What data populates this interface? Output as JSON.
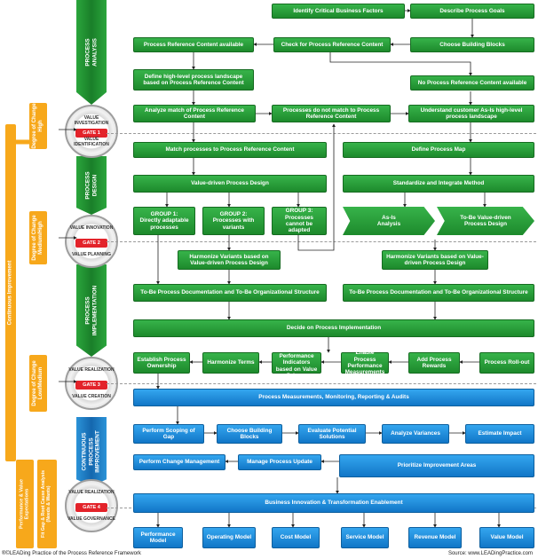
{
  "phases": {
    "analysis": "PROCESS\nANALYSIS",
    "design": "PROCESS\nDESIGN",
    "implementation": "PROCESS\nIMPLEMENTATION",
    "improvement": "CONTINUOUS\nPROCESS\nIMPROVEMENT"
  },
  "gates": [
    {
      "top": "VALUE INVESTIGATION",
      "label": "GATE 1",
      "bottom": "VALUE IDENTIFICATION"
    },
    {
      "top": "VALUE INNOVATION",
      "label": "GATE 2",
      "bottom": "VALUE PLANNING"
    },
    {
      "top": "VALUE REALIZATION",
      "label": "GATE 3",
      "bottom": "VALUE CREATION"
    },
    {
      "top": "VALUE REALIZATION",
      "label": "GATE 4",
      "bottom": "VALUE GOVERNANCE"
    }
  ],
  "degrees": {
    "high": "Degree of Change\nHigh",
    "medium_high": "Degree of Change\nMedium/High",
    "low_medium": "Degree of Change\nLow/Medium",
    "continuous": "Continuous Improvement",
    "perf_value": "Performance & Value\nExpectations",
    "fit_gap": "Fit Gap & Root Cause Analysis\n(Needs & Wants)"
  },
  "boxes": {
    "identify_factors": "Identify Critical Business Factors",
    "describe_goals": "Describe Process Goals",
    "ref_available": "Process Reference Content available",
    "check_ref": "Check for Process Reference Content",
    "choose_blocks_top": "Choose Building Blocks",
    "define_landscape": "Define high-level process landscape based on Process Reference Content",
    "no_ref": "No Process Reference Content available",
    "analyze_match": "Analyze match of Process Reference Content",
    "no_match": "Processes do not match to Process Reference Content",
    "understand_asis": "Understand customer As-Is high-level process landscape",
    "match_processes": "Match processes to Process Reference Content",
    "define_map": "Define Process Map",
    "value_driven_design": "Value-driven Process Design",
    "standardize": "Standardize and Integrate Method",
    "group1": "GROUP 1:\nDirectly adaptable processes",
    "group2": "GROUP 2:\nProcesses with variants",
    "group3": "GROUP 3:\nProcesses cannot be adapted",
    "asis_analysis": "As-Is\nAnalysis",
    "tobe_design": "To-Be Value-driven\nProcess Design",
    "harmonize_left": "Harmonize Variants based on Value-driven Process Design",
    "harmonize_right": "Harmonize Variants based on Value-driven Process Design",
    "tobe_doc_left": "To-Be Process Documentation and To-Be Organizational Structure",
    "tobe_doc_right": "To-Be Process Documentation and To-Be Organizational Structure",
    "decide_impl": "Decide on Process Implementation",
    "establish_ownership": "Establish Process Ownership",
    "harmonize_terms": "Harmonize Terms",
    "define_indicators": "Define Performance Indicators based on Value Drivers",
    "enable_measurements": "Enable Process Performance Measurements",
    "add_rewards": "Add Process Rewards",
    "rollout": "Process Roll-out",
    "measurements": "Process Measurements, Monitoring, Reporting & Audits",
    "scoping_gap": "Perform Scoping of Gap",
    "choose_blocks_low": "Choose Building Blocks",
    "evaluate_solutions": "Evaluate Potential Solutions",
    "analyze_variances": "Analyze Variances",
    "estimate_impact": "Estimate Impact",
    "change_mgmt": "Perform Change Management",
    "manage_update": "Manage Process Update",
    "prioritize": "Prioritize Improvement Areas",
    "innovation": "Business Innovation & Transformation Enablement",
    "performance_model": "Performance Model",
    "operating_model": "Operating Model",
    "cost_model": "Cost Model",
    "service_model": "Service Model",
    "revenue_model": "Revenue Model",
    "value_model": "Value Model"
  },
  "footer": {
    "left": "®©LEADing Practice of the Process Reference Framework",
    "right": "Source: www.LEADingPractice.com"
  },
  "colors": {
    "green": "#1d8a2c",
    "blue": "#1176c7",
    "orange": "#f7a81b",
    "gate_red": "#e3232a"
  }
}
